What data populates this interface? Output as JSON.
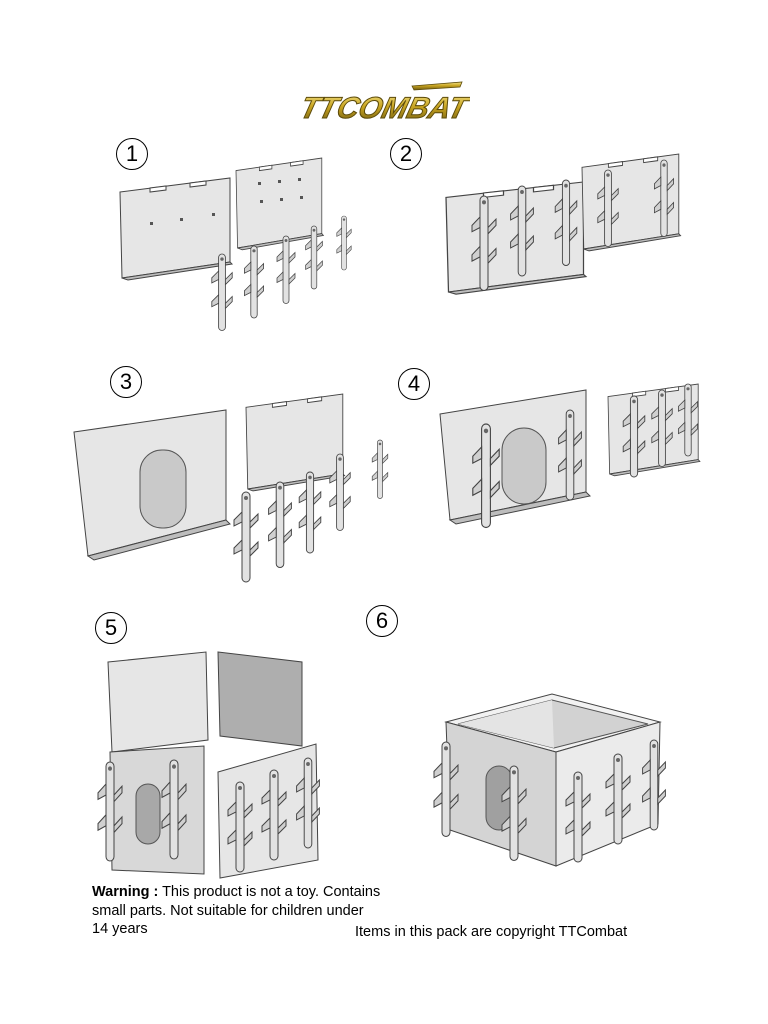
{
  "brand": {
    "logo_text": "TTCOMBAT"
  },
  "steps": [
    {
      "number": "1"
    },
    {
      "number": "2"
    },
    {
      "number": "3"
    },
    {
      "number": "4"
    },
    {
      "number": "5"
    },
    {
      "number": "6"
    }
  ],
  "footer": {
    "warning_label": "Warning :",
    "warning_text": " This product is not a toy. Contains small parts. Not suitable for children under 14 years",
    "copyright": "Items in this pack are copyright TTCombat"
  }
}
